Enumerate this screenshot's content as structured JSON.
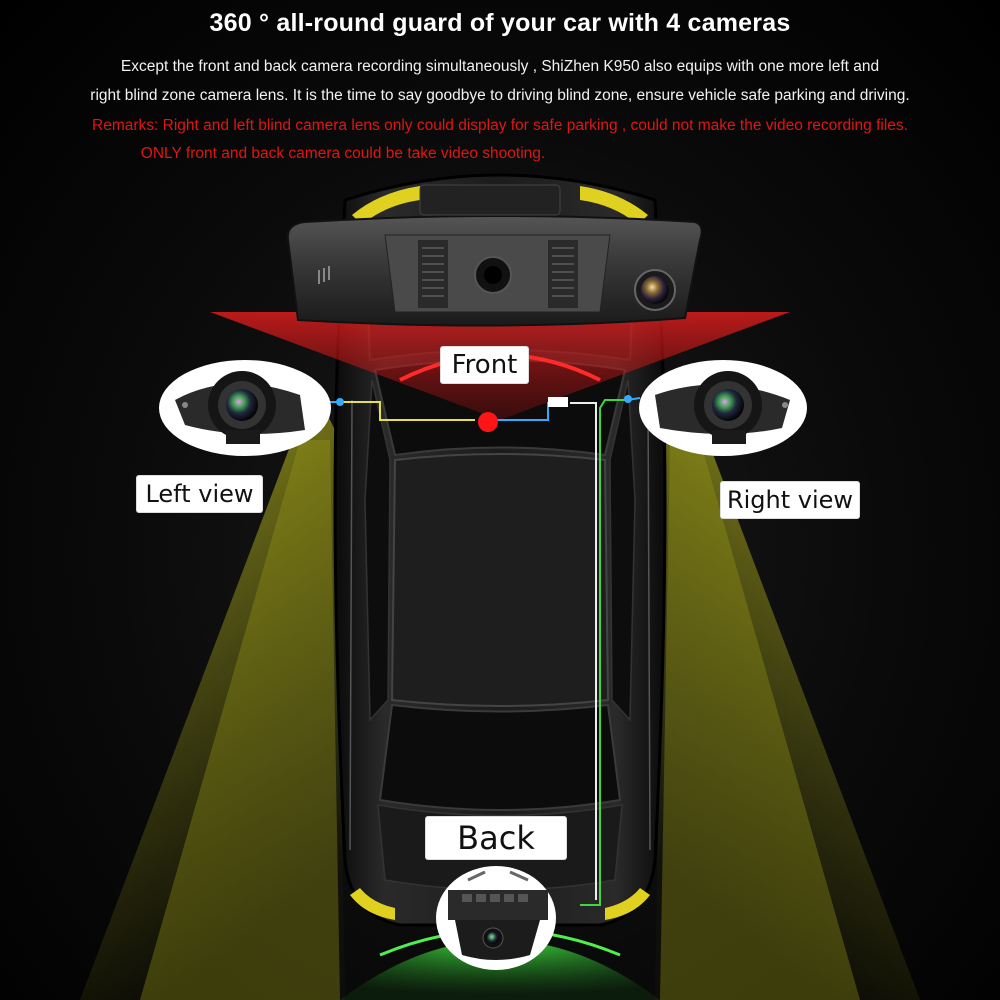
{
  "header": {
    "title": "360 ° all-round guard of your car with 4 cameras",
    "desc_line1": "Except the front and back camera recording simultaneously , ShiZhen K950 also equips with one more left and",
    "desc_line2": "right blind zone camera lens. It is the time to say goodbye to driving blind zone, ensure vehicle safe parking and driving.",
    "remark_line1": "Remarks: Right and left blind camera lens only could display for safe parking , could not make the video recording files.",
    "remark_line2": "ONLY front and back camera could be take video shooting."
  },
  "labels": {
    "front": "Front",
    "left": "Left view",
    "right": "Right view",
    "back": "Back"
  },
  "colors": {
    "text_primary": "#ffffff",
    "remark_red": "#e01515",
    "front_zone_red": "#d41a1a",
    "side_zone_yellow": "#c8c820",
    "rear_zone_green": "#2fc52f",
    "wire_yellow": "#e8e04a",
    "wire_blue": "#33aaff",
    "wire_green": "#3fd63f",
    "car_body": "#161616",
    "car_accent_yellow": "#e0d020"
  },
  "icons": {
    "front_camera": "dashcam-mirror-icon",
    "left_camera": "side-camera-lens-icon",
    "right_camera": "side-camera-lens-icon",
    "rear_camera": "rear-camera-lens-icon"
  }
}
